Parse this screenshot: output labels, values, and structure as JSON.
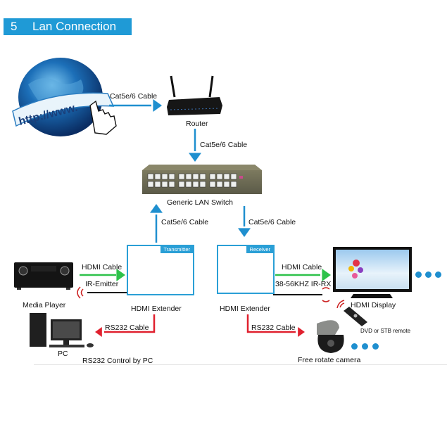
{
  "header": {
    "number": "5",
    "title": "Lan Connection"
  },
  "colors": {
    "accent": "#1f9ad6",
    "lan_arrow": "#1f8fcf",
    "hdmi_arrow": "#2ec24a",
    "rs232_arrow": "#e0202e"
  },
  "nodes": {
    "internet": {
      "text": "http://www."
    },
    "router": {
      "label": "Router"
    },
    "switch": {
      "label": "Generic LAN Switch"
    },
    "media_player": {
      "label": "Media Player"
    },
    "transmitter": {
      "tag": "Transmitter",
      "label": "HDMI Extender"
    },
    "receiver": {
      "tag": "Receiver",
      "label": "HDMI Extender"
    },
    "display": {
      "label": "HDMI Display"
    },
    "remote": {
      "label": "DVD or STB remote"
    },
    "pc": {
      "label": "PC",
      "caption": "RS232 Control by PC"
    },
    "camera": {
      "label": "Free rotate camera"
    }
  },
  "connections": {
    "internet_router": "Cat5e/6 Cable",
    "router_switch": "Cat5e/6 Cable",
    "tx_switch": "Cat5e/6 Cable",
    "switch_rx": "Cat5e/6 Cable",
    "player_tx_hdmi": "HDMI Cable",
    "player_tx_ir": "IR-Emitter",
    "rx_display_hdmi": "HDMI Cable",
    "rx_display_ir": "38-56KHZ IR-RX",
    "tx_pc": "RS232 Cable",
    "rx_camera": "RS232 Cable"
  }
}
